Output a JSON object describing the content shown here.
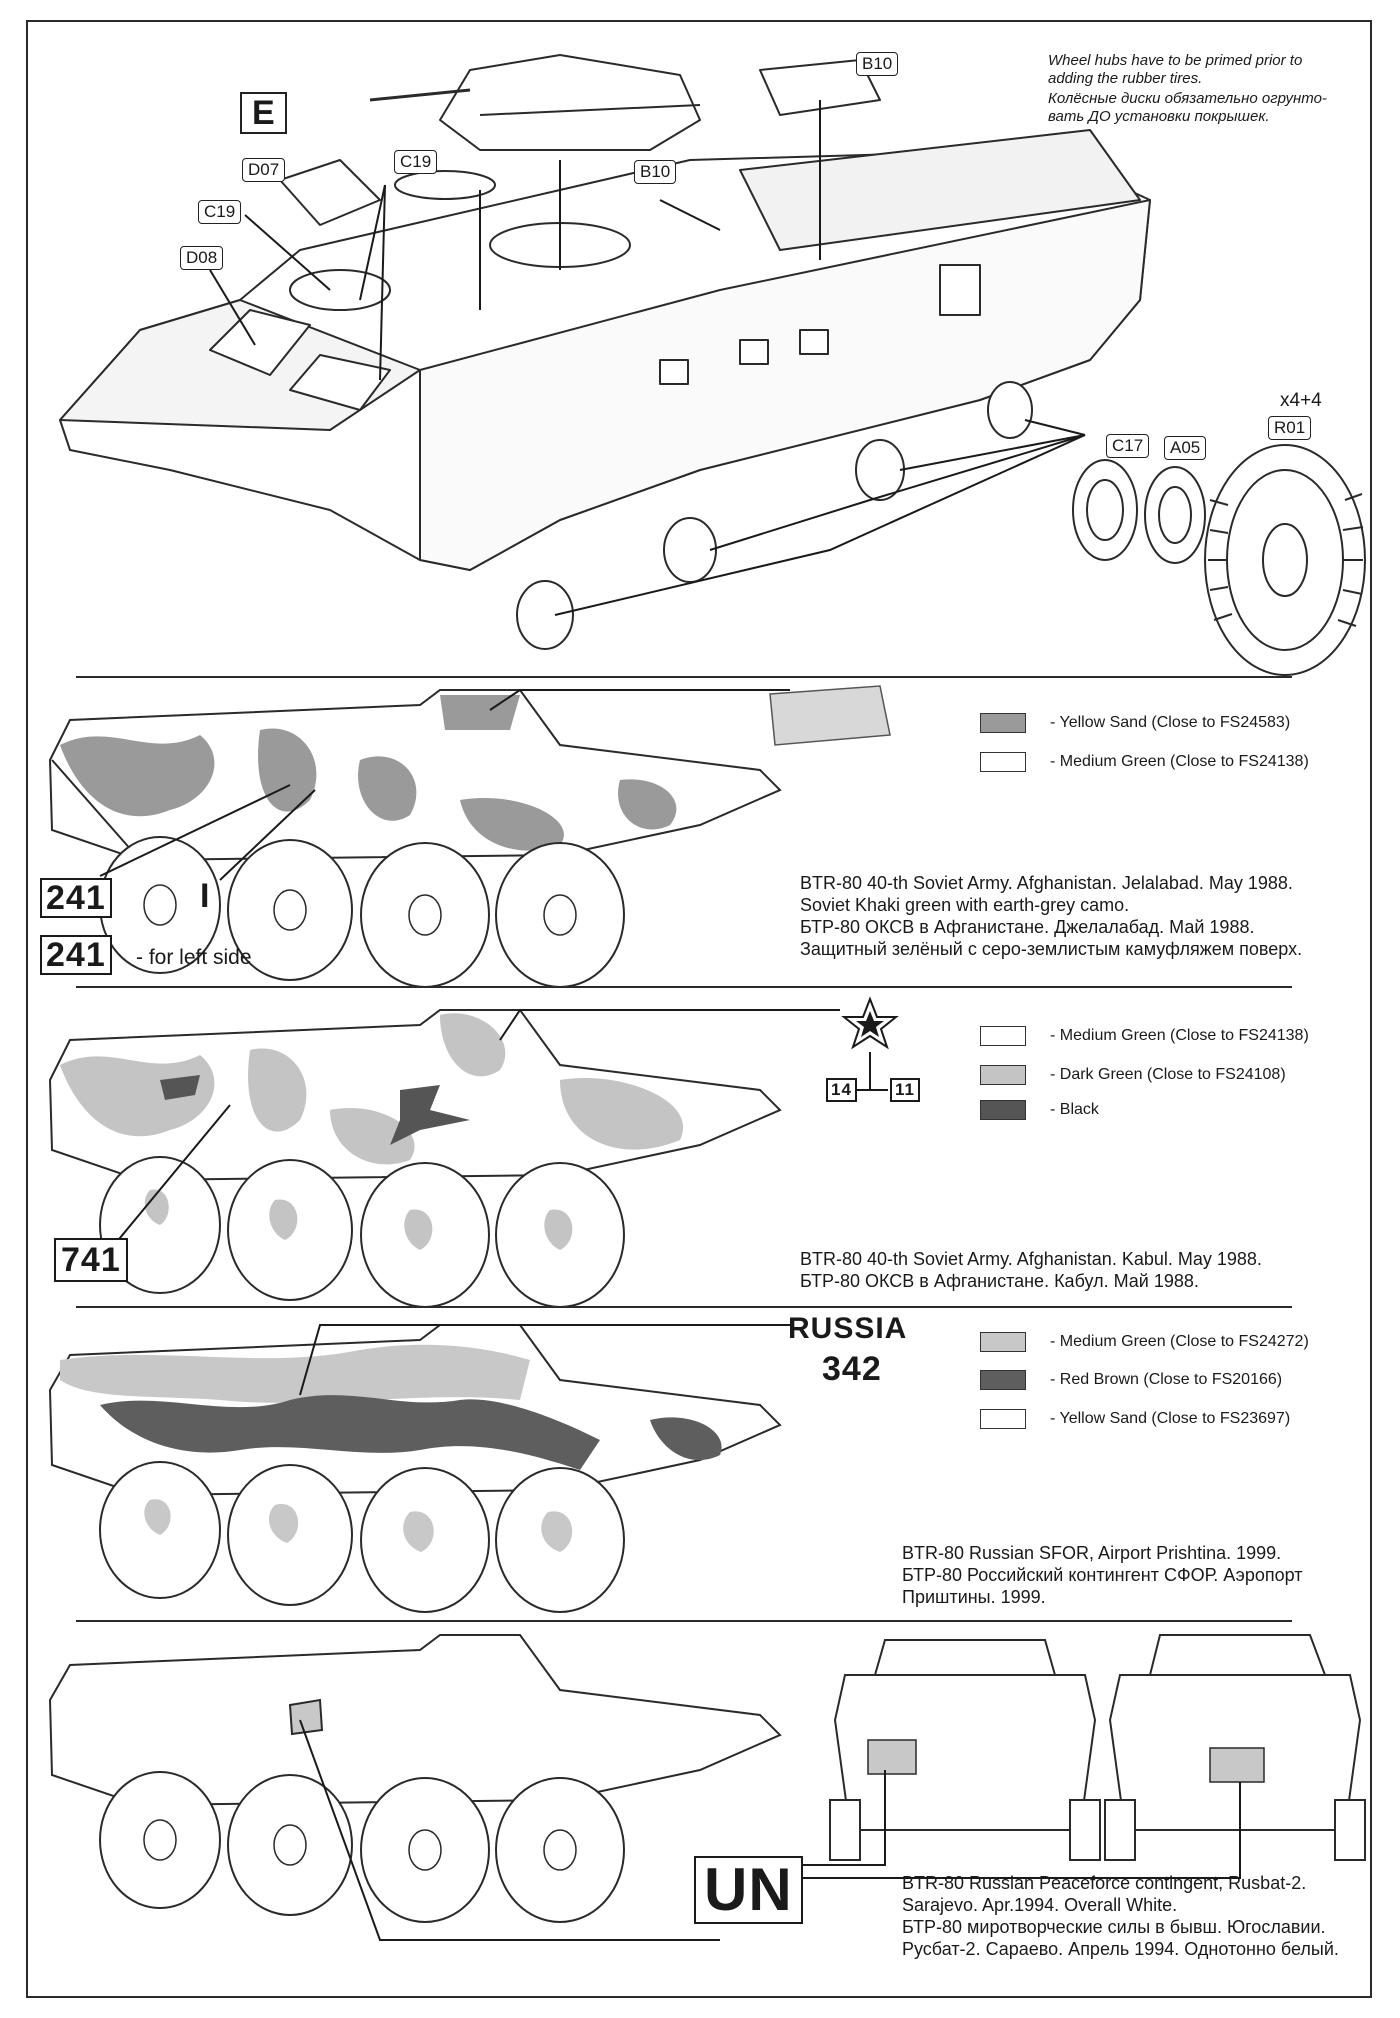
{
  "assembly": {
    "note_en": [
      "Wheel hubs have to be primed prior to",
      "adding the rubber tires."
    ],
    "note_ru": [
      "Колёсные диски обязательно огрунто-",
      "вать ДО установки покрышек."
    ],
    "part_e": "E",
    "parts": [
      "B10",
      "D07",
      "C19",
      "B10",
      "C19",
      "D08",
      "C17",
      "A05",
      "R01"
    ],
    "quantity": "x4+4"
  },
  "schemes": [
    {
      "legend": [
        {
          "label": "- Yellow Sand (Close to FS24583)",
          "color": "#9a9a9a"
        },
        {
          "label": "- Medium Green (Close to FS24138)",
          "color": "#ffffff"
        }
      ],
      "markings": [
        "241",
        "I",
        "241"
      ],
      "left_side_note": "- for left side",
      "caption": [
        "BTR-80 40-th Soviet Army. Afghanistan. Jelalabad. May 1988.",
        "Soviet Khaki green with earth-grey camo.",
        "БТР-80 ОКСВ в Афганистане. Джелалабад. Май 1988.",
        "Защитный зелёный с серо-землистым камуфляжем поверх."
      ]
    },
    {
      "legend": [
        {
          "label": "- Medium Green (Close to FS24138)",
          "color": "#ffffff"
        },
        {
          "label": "- Dark Green (Close to FS24108)",
          "color": "#c4c4c4"
        },
        {
          "label": "- Black",
          "color": "#555555"
        }
      ],
      "markings": [
        "741",
        "14",
        "11"
      ],
      "caption": [
        "BTR-80 40-th Soviet Army. Afghanistan. Kabul. May 1988.",
        "БТР-80 ОКСВ в Афганистане. Кабул. Май 1988."
      ]
    },
    {
      "legend": [
        {
          "label": "- Medium Green (Close to FS24272)",
          "color": "#c8c8c8"
        },
        {
          "label": "- Red Brown (Close to FS20166)",
          "color": "#5e5e5e"
        },
        {
          "label": "- Yellow Sand (Close to FS23697)",
          "color": "#ffffff"
        }
      ],
      "markings": [
        "RUSSIA",
        "342"
      ],
      "caption": [
        "BTR-80 Russian SFOR, Airport Prishtina. 1999.",
        "БТР-80 Российский контингент СФОР. Аэропорт",
        "Приштины. 1999."
      ]
    },
    {
      "legend": [],
      "markings": [
        "UN"
      ],
      "caption": [
        "BTR-80 Russian Peaceforce contingent, Rusbat-2.",
        "Sarajevo. Apr.1994. Overall White.",
        "БТР-80 миротворческие силы в бывш. Югославии.",
        "Русбат-2. Сараево. Апрель 1994. Однотонно белый."
      ]
    }
  ]
}
